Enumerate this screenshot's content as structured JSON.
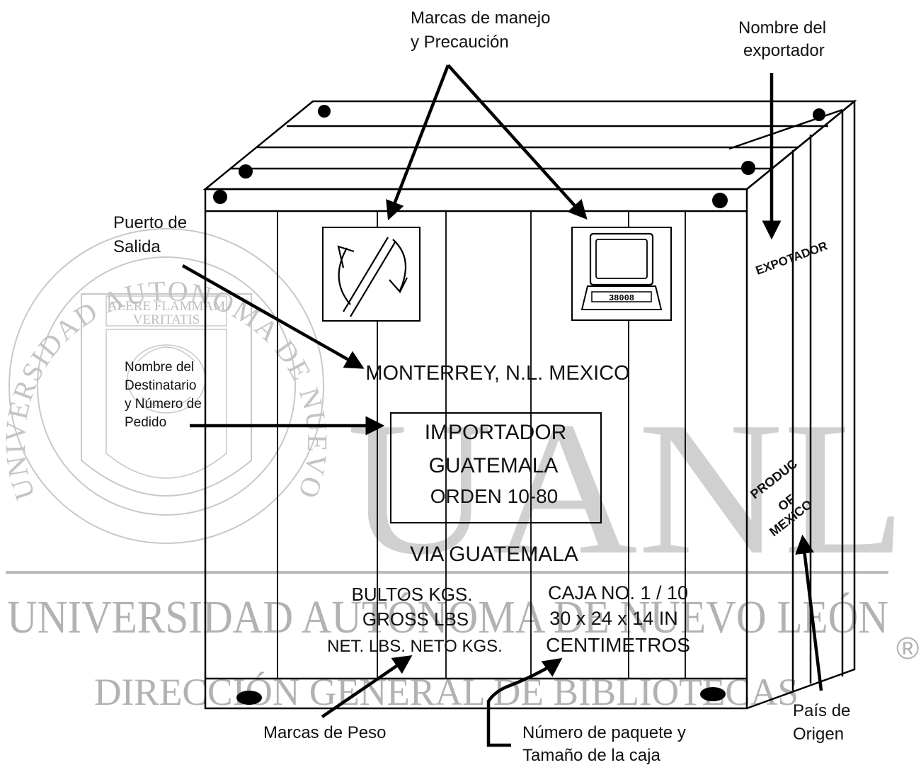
{
  "watermark": {
    "seal_motto_line1": "ALERE FLAMMAM",
    "seal_motto_line2": "VERITATIS",
    "seal_ring_text": "UNIVERSIDAD AUTONOMA DE NUEVO LEON",
    "letters": "UANL",
    "university": "UNIVERSIDAD AUTÓNOMA DE NUEVO LEÓN",
    "registered": "®",
    "library": "DIRECCIÓN GENERAL DE BIBLIOTECAS"
  },
  "callouts": {
    "handling_line1": "Marcas de manejo",
    "handling_line2": "y Precaución",
    "exporter_line1": "Nombre del",
    "exporter_line2": "exportador",
    "port_line1": "Puerto de",
    "port_line2": "Salida",
    "consignee_line1": "Nombre del",
    "consignee_line2": "Destinatario",
    "consignee_line3": "y Número de",
    "consignee_line4": "Pedido",
    "weight": "Marcas de Peso",
    "package_line1": "Número de paquete y",
    "package_line2": "Tamaño de la caja",
    "origin_line1": "País de",
    "origin_line2": "Origen"
  },
  "crate": {
    "port": "MONTERREY, N.L. MEXICO",
    "importer_line1": "IMPORTADOR",
    "importer_line2": "GUATEMALA",
    "importer_line3": "ORDEN 10-80",
    "via": "VIA GUATEMALA",
    "weight_line1": "BULTOS KGS.",
    "weight_line2": "GROSS LBS",
    "weight_line3": "NET. LBS. NETO KGS.",
    "box_line1": "CAJA  NO. 1 / 10",
    "box_line2": "30 x 24 x 14 IN",
    "box_line3": "CENTIMETROS",
    "side_exporter": "EXPOTADOR",
    "side_origin_line1": "PRODUC",
    "side_origin_line2": "OF",
    "side_origin_line3": "MEXICO",
    "keypad_text": "38008"
  },
  "icons": {
    "handling_left": "recycle-arrows-icon",
    "handling_right": "computer-terminal-icon"
  }
}
